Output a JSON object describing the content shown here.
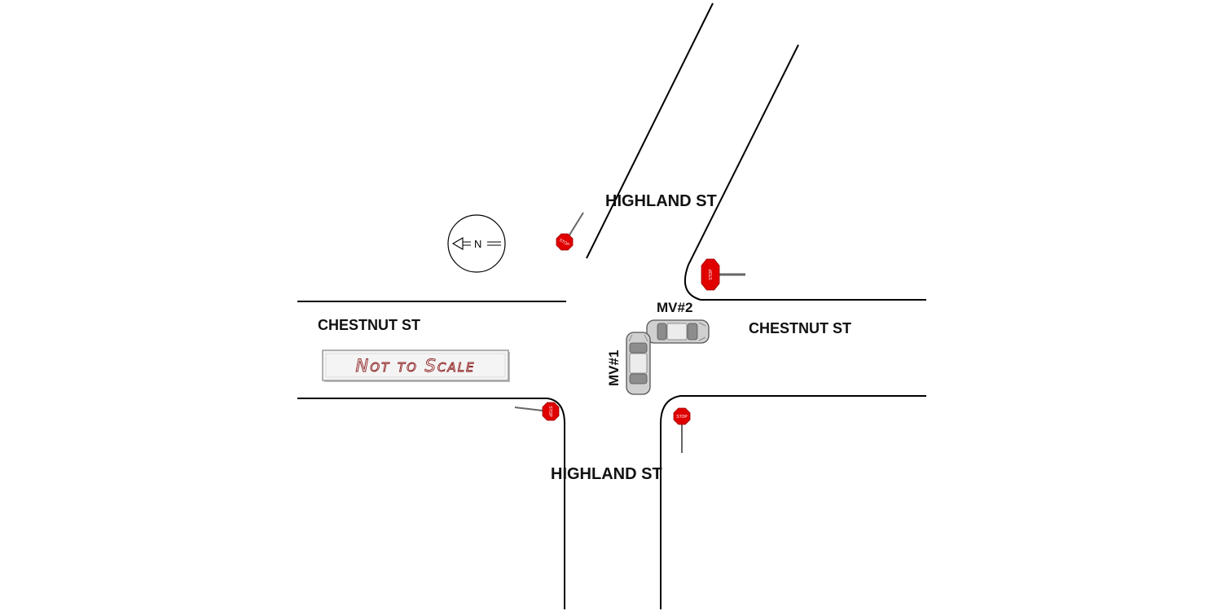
{
  "streets": {
    "highland_north": "HIGHLAND ST",
    "highland_south": "HIGHLAND ST",
    "chestnut_west": "CHESTNUT ST",
    "chestnut_east": "CHESTNUT ST"
  },
  "vehicles": {
    "mv1": "MV#1",
    "mv2": "MV#2"
  },
  "north_arrow": {
    "label": "N"
  },
  "stop_sign": {
    "text": "STOP",
    "color": "#e00000"
  },
  "scale_note": "Not to Scale",
  "colors": {
    "vehicle_body": "#d0d0d0",
    "road_line": "#000000",
    "note_text": "#8b1a1a"
  }
}
